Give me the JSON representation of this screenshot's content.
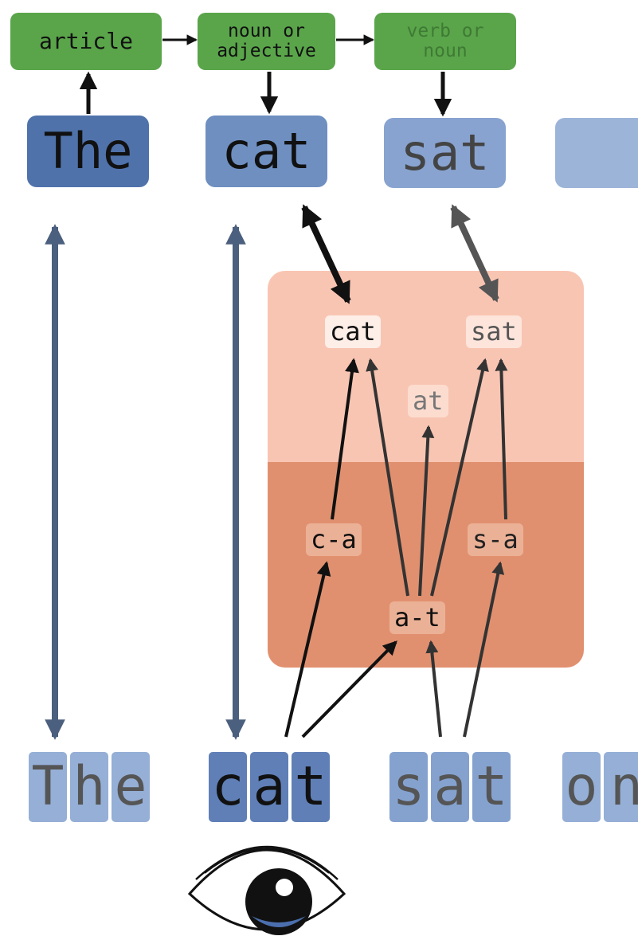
{
  "pos_tags": [
    {
      "label": "article"
    },
    {
      "label": "noun or adjective"
    },
    {
      "label": "verb or noun"
    }
  ],
  "top_words": [
    "The",
    "cat",
    "sat",
    ""
  ],
  "nodes": {
    "whole_words": [
      "cat",
      "at",
      "sat"
    ],
    "bigrams": [
      "c-a",
      "a-t",
      "s-a"
    ]
  },
  "bottom_letters": {
    "The": [
      "T",
      "h",
      "e"
    ],
    "cat": [
      "c",
      "a",
      "t"
    ],
    "sat": [
      "s",
      "a",
      "t"
    ],
    "on": [
      "o",
      "n"
    ]
  },
  "colors": {
    "pos_green": "#5aa54a",
    "word_blue_strong": "#4f72ab",
    "word_blue_mid": "#6e8fc0",
    "word_blue_light": "#9db4d9",
    "zone_light": "#f9c5b3",
    "zone_dark": "#e1906f",
    "arrow_dark": "#111111",
    "arrow_slate": "#4b5f7e"
  },
  "icons": [
    "eye-icon"
  ]
}
